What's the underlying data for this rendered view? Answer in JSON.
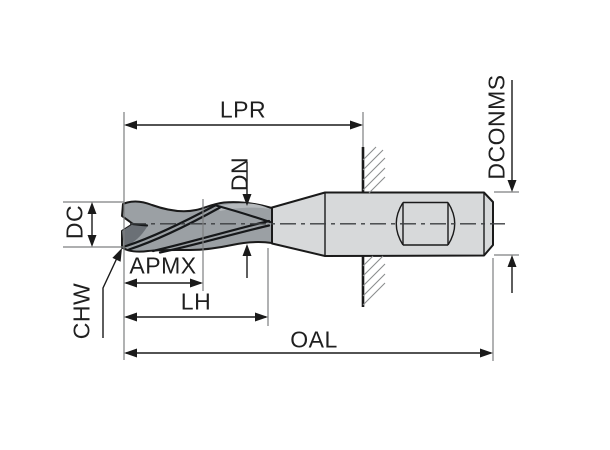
{
  "diagram": {
    "type": "technical-drawing",
    "subject": "solid end mill side view with dimension callouts",
    "labels": {
      "lpr": "LPR",
      "dconms": "DCONMS",
      "dn": "DN",
      "dc": "DC",
      "apmx": "APMX",
      "chw": "CHW",
      "lh": "LH",
      "oal": "OAL"
    },
    "colors": {
      "background": "#ffffff",
      "line": "#1a1a1a",
      "extension_line": "#7d7f80",
      "hatch": "#8a8c8d",
      "shank_fill": "#d7d9da",
      "flute_fill": "#9ba0a4",
      "flute_dark": "#6b7076",
      "flute_light": "#b6babd",
      "text": "#1f1f1f"
    }
  }
}
